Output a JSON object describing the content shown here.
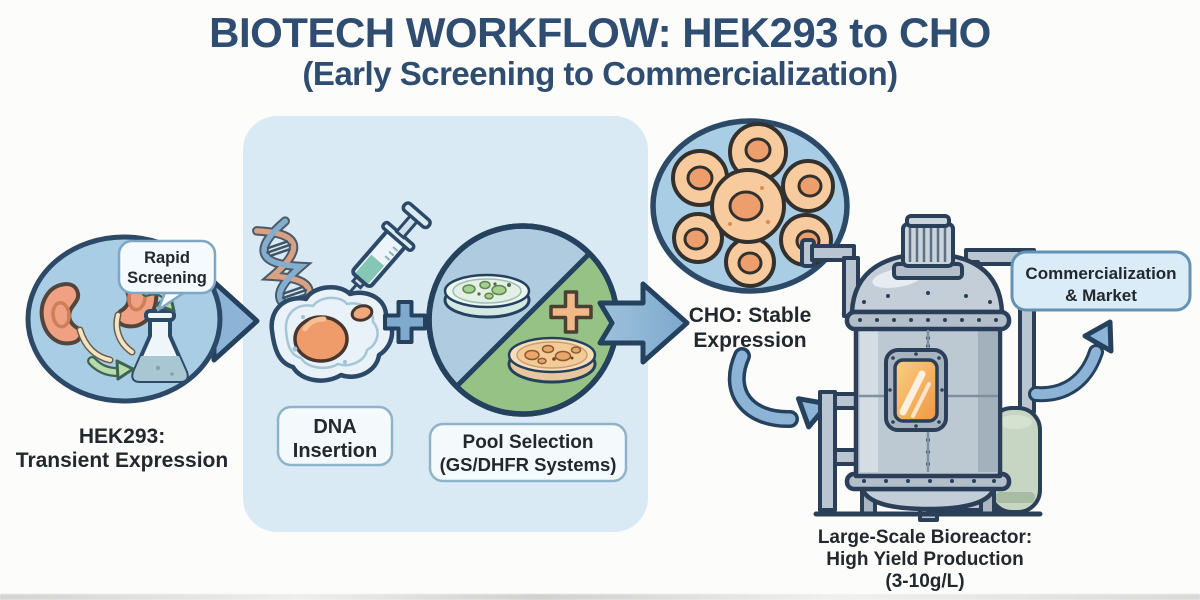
{
  "title": {
    "line1": "BIOTECH WORKFLOW: HEK293 to CHO",
    "line2": "(Early Screening to Commercialization)"
  },
  "hek": {
    "bubble": {
      "line1": "Rapid",
      "line2": "Screening"
    },
    "caption": {
      "line1": "HEK293:",
      "line2": "Transient Expression"
    }
  },
  "dna_insertion": {
    "label": {
      "line1": "DNA",
      "line2": "Insertion"
    }
  },
  "pool_selection": {
    "label": {
      "line1": "Pool Selection",
      "line2": "(GS/DHFR Systems)"
    }
  },
  "cho": {
    "caption": {
      "line1": "CHO: Stable",
      "line2": "Expression"
    }
  },
  "bioreactor": {
    "caption": {
      "line1": "Large-Scale Bioreactor:",
      "line2": "High Yield Production",
      "line3": "(3-10g/L)"
    }
  },
  "market": {
    "label": {
      "line1": "Commercialization",
      "line2": "& Market"
    }
  },
  "symbols": {
    "plus_process": "+",
    "plus_selection": "+"
  },
  "icons": {
    "kidneys-icon": "pair of kidneys",
    "flask-icon": "erlenmeyer flask",
    "speech-bubble": "rounded callout",
    "flow-arrow-icon": "thick chevron arrow",
    "curved-arrow-icon": "curved swoosh arrow",
    "dna-helix-icon": "double helix",
    "syringe-icon": "injection syringe",
    "cell-icon": "cell with nucleus",
    "petri-dish-icon": "petri dish with colonies",
    "cho-cells-icon": "cluster of CHO cells",
    "bioreactor-icon": "stirred tank bioreactor",
    "plus-icon": "plus cross"
  },
  "colors": {
    "background": "#fcfcfa",
    "title": "#2f4d71",
    "text": "#23282e",
    "outline": "#24415e",
    "panel": "#daeaf4",
    "stage_circle": "#a9cde5",
    "arrow": "#8db4d6",
    "plus_blue": "#7fa9cd",
    "plus_orange": "#f2b988",
    "pool_blue": "#aecbdf",
    "pool_green": "#96c385",
    "kidney": "#f0a183",
    "flask_liquid": "#a9c6d3",
    "green_arrow": "#b7dcac",
    "dna_strand_a": "#d9a183",
    "dna_strand_b": "#84aed0",
    "syringe_liquid": "#86c6b4",
    "cell_fill": "#e9f2f8",
    "nucleus": "#f09b6a",
    "cho_cell": "#f8cb9e",
    "cho_cell_core": "#ec9e6d",
    "reactor_gray": "#bcc8d2",
    "reactor_window": "#f0983f",
    "green_column": "#c6d6c2",
    "label_fill": "#f4fafc",
    "label_stroke": "#8fb4c9",
    "market_fill": "#d9ecf7",
    "market_stroke": "#6492b4"
  }
}
